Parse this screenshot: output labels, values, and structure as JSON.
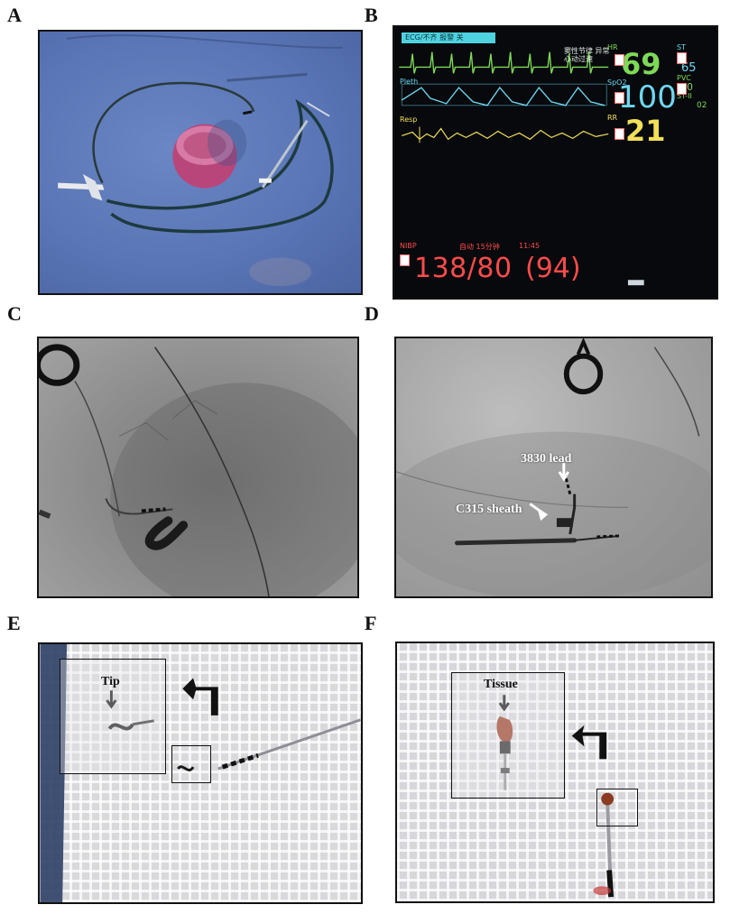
{
  "panel_labels": [
    "A",
    "B",
    "C",
    "D",
    "E",
    "F"
  ],
  "monitor": {
    "top_banner": "ECG/不齐 报警 关",
    "ecg_note": "窦性节律 异常心动过速",
    "hr_label": "HR",
    "hr_value": "69",
    "spo2_label": "SpO2",
    "spo2_value": "100",
    "rr_label": "RR",
    "rr_value": "21",
    "st_label": "ST",
    "st_value": "65",
    "pvc_label": "PVC",
    "pvc_value": "10",
    "st2_label": "ST-II",
    "st2_value": "02",
    "nibp_label": "NIBP",
    "nibp_sub": "自动 15分钟",
    "nibp_time": "11:45",
    "nibp_value": "138/80",
    "nibp_map": "(94)",
    "resp_label": "Resp",
    "pleth_label": "Pleth",
    "colors": {
      "ecg": "#7ed957",
      "pleth": "#6fd7f0",
      "resp": "#f1e05a",
      "nibp": "#ff4b4b"
    }
  },
  "annotations": {
    "lead_label": "3830 lead",
    "sheath_label": "C315 sheath",
    "tip_label": "Tip",
    "tissue_label": "Tissue"
  }
}
